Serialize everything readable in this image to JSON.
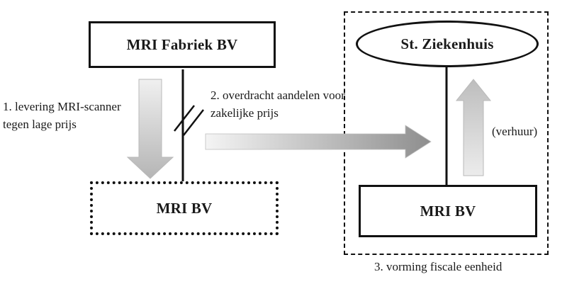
{
  "diagram": {
    "title": "fiscale structuur MRI",
    "nodes": {
      "mri_fabriek": {
        "label": "MRI Fabriek BV",
        "shape": "rectangle-solid"
      },
      "mri_bv_left": {
        "label": "MRI BV",
        "shape": "rectangle-dotted"
      },
      "st_ziekenhuis": {
        "label": "St. Ziekenhuis",
        "shape": "ellipse"
      },
      "mri_bv_right": {
        "label": "MRI BV",
        "shape": "rectangle-solid"
      }
    },
    "annotations": {
      "step1": "1. levering MRI-scanner tegen lage prijs",
      "step2": "2. overdracht aandelen voor zakelijke prijs",
      "step3": "3. vorming fiscale eenheid",
      "verhuur": "(verhuur)"
    },
    "arrows": {
      "down": {
        "name": "levering-arrow",
        "direction": "down"
      },
      "right": {
        "name": "overdracht-arrow",
        "direction": "right"
      },
      "up": {
        "name": "verhuur-arrow",
        "direction": "up"
      }
    },
    "colors": {
      "border": "#111111",
      "background": "#ffffff",
      "arrow_light": "#f2f2f2",
      "arrow_dark": "#8e8e8e",
      "arrow_mid": "#c0c0c0"
    }
  }
}
